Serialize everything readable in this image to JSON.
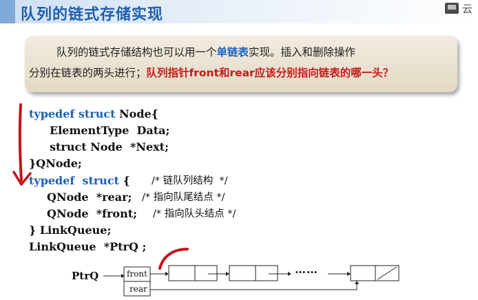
{
  "header": {
    "title": "队列的链式存储实现",
    "logo_text": "云",
    "colors": {
      "title": "#1f5fae",
      "accent_bar": "#7fa9d6"
    }
  },
  "intro": {
    "line1_a": "队列的链式存储结构也可以用一个",
    "line1_highlight": "单链表",
    "line1_b": "实现。插入和删除操作",
    "line2_a": "分别在链表的两头进行；",
    "line2_question": "队列指针front和rear应该分别指向链表的哪一头？",
    "colors": {
      "highlight": "#1a63c6",
      "question": "#c61a1a",
      "box": "#e8dfcc"
    }
  },
  "code": {
    "l1_kw": "typedef struct",
    "l1_rest": " Node{",
    "l2": "ElementType  Data;",
    "l3": "struct Node  *Next;",
    "l4": "}QNode;",
    "l5_kw": "typedef  struct",
    "l5_rest": " {",
    "l5_comment": "/* 链队列结构  */",
    "l6": "QNode  *rear;",
    "l6_comment": "/* 指向队尾结点 */",
    "l7": "QNode  *front;",
    "l7_comment": "/* 指向队头结点 */",
    "l8": "} LinkQueue;",
    "l9": "LinkQueue  *PtrQ ;",
    "colors": {
      "keyword": "#1c5fb5",
      "annotation": "#c0161a"
    }
  },
  "diagram": {
    "ptrq": "PtrQ",
    "front": "front",
    "rear": "rear",
    "ellipsis": "……"
  }
}
